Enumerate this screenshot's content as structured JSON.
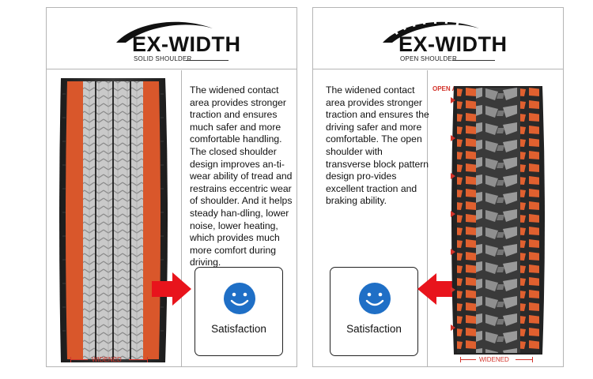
{
  "left": {
    "brand": "EX-WIDTH",
    "subtitle": "SOLID SHOULDER",
    "description": "The widened contact area provides stronger traction and ensures much safer and more comfortable handling. The closed shoulder design improves an-ti-wear ability of tread and restrains eccentric wear of shoulder. And it helps steady han-dling, lower noise, lower heating, which provides much more comfort during driving.",
    "satisfaction": "Satisfaction",
    "widened": "WIDENED",
    "smiley_icon": "smiley-face-icon"
  },
  "right": {
    "brand": "EX-WIDTH",
    "subtitle": "OPEN SHOULDER",
    "description": "The widened contact area provides stronger traction and ensures the driving safer and more comfortable. The open shoulder with transverse block pattern design pro-vides excellent traction and braking ability.",
    "satisfaction": "Satisfaction",
    "widened": "WIDENED",
    "open_area": "OPEN AREA",
    "smiley_icon": "smiley-face-icon"
  },
  "colors": {
    "shoulder_orange": "#e05b2e",
    "arrow_red": "#e8141c",
    "smiley_blue": "#1f6fc6",
    "tire_dark": "#2a2a2a"
  }
}
